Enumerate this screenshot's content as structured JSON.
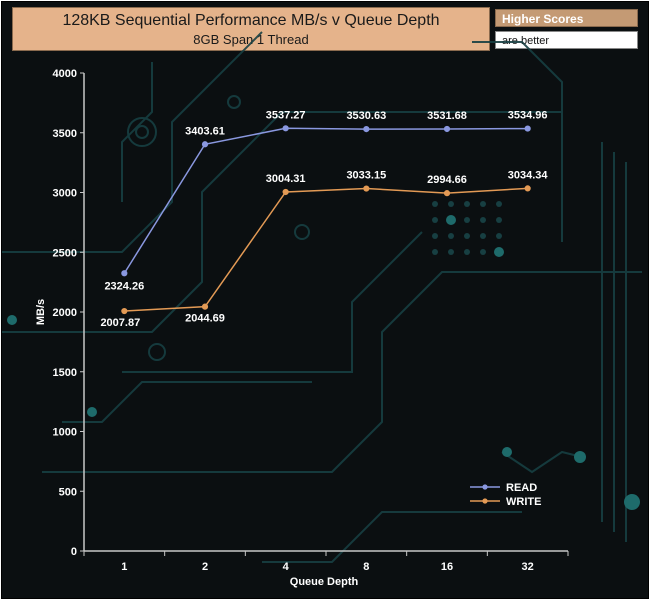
{
  "header": {
    "title": "128KB Sequential Performance MB/s v Queue Depth",
    "subtitle": "8GB Span 1 Thread"
  },
  "badge": {
    "line1": "Higher Scores",
    "line2": "are better"
  },
  "colors": {
    "read": "#8a98e0",
    "write": "#e39a55",
    "axis": "#c8c8c8",
    "label": "#ffffff"
  },
  "chart_data": {
    "type": "line",
    "categories": [
      "1",
      "2",
      "4",
      "8",
      "16",
      "32"
    ],
    "series": [
      {
        "name": "READ",
        "values": [
          2324.26,
          3403.61,
          3537.27,
          3530.63,
          3531.68,
          3534.96
        ]
      },
      {
        "name": "WRITE",
        "values": [
          2007.87,
          2044.69,
          3004.31,
          3033.15,
          2994.66,
          3034.34
        ]
      }
    ],
    "xlabel": "Queue Depth",
    "ylabel": "MB/s",
    "ylim": [
      0,
      4000
    ],
    "yticks": [
      "0",
      "500",
      "1000",
      "1500",
      "2000",
      "2500",
      "3000",
      "3500",
      "4000"
    ],
    "data_labels": {
      "READ": [
        "2324.26",
        "3403.61",
        "3537.27",
        "3530.63",
        "3531.68",
        "3534.96"
      ],
      "WRITE": [
        "2007.87",
        "2044.69",
        "3004.31",
        "3033.15",
        "2994.66",
        "3034.34"
      ]
    },
    "legend_position": "bottom-right",
    "grid": false
  }
}
